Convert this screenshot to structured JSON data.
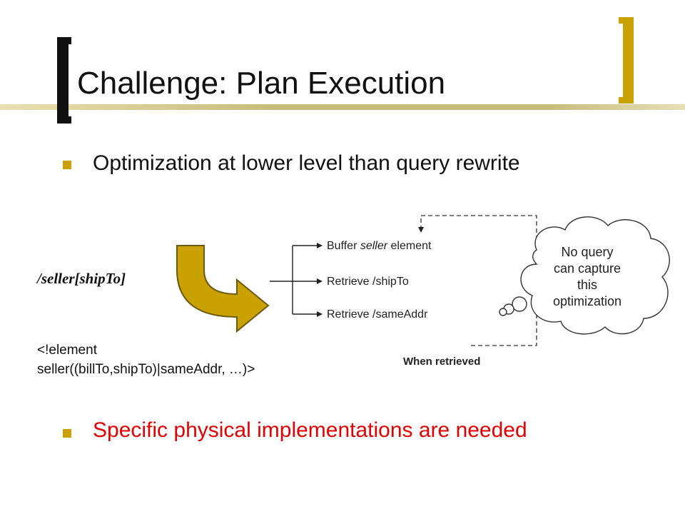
{
  "slide": {
    "title": "Challenge:  Plan Execution",
    "bullet1": "Optimization at lower level than query rewrite",
    "bullet2": "Specific physical implementations are needed",
    "xpath": "/seller[shipTo]",
    "dtd_line1": "<!element",
    "dtd_line2": "seller((billTo,shipTo)|sameAddr, …)>",
    "steps": [
      {
        "pre": "Buffer ",
        "em": "seller",
        "post": " element"
      },
      {
        "pre": "Retrieve /shipTo",
        "em": "",
        "post": ""
      },
      {
        "pre": "Retrieve /sameAddr",
        "em": "",
        "post": ""
      }
    ],
    "when_label": "When retrieved",
    "cloud_text": [
      "No query",
      "can capture",
      "this",
      "optimization"
    ]
  },
  "colors": {
    "accent": "#c9a100",
    "highlight": "#e00000",
    "bracket": "#111111"
  }
}
